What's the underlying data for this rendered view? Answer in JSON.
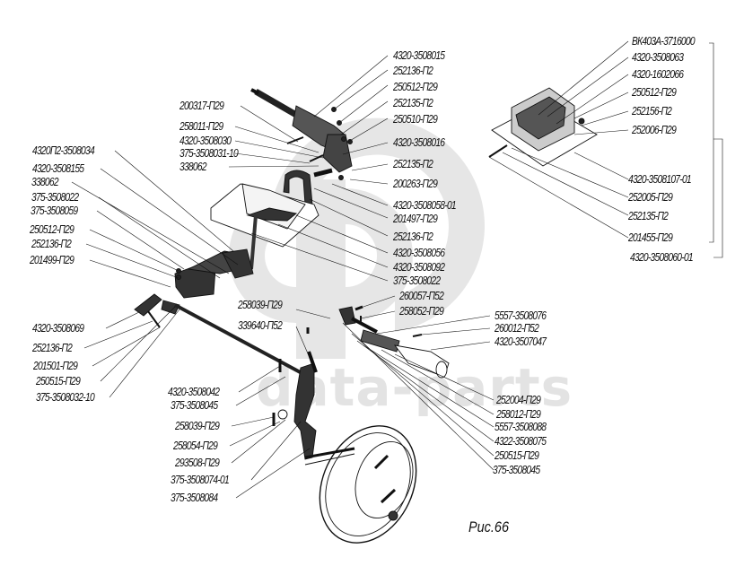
{
  "figure": {
    "caption": "Рис.66",
    "watermark_text": "data-parts",
    "watermark_logo": "ГФ-logo"
  },
  "labels": {
    "top_center": [
      "4320-3508015",
      "252136-П2",
      "250512-П29",
      "252135-П2",
      "250510-П29",
      "4320-3508016",
      "252135-П2",
      "200263-П29",
      "4320-3508058-01",
      "201497-П29",
      "252136-П2",
      "4320-3508056",
      "4320-3508092",
      "375-3508022"
    ],
    "top_left_pedal": [
      "200317-П29",
      "258011-П29",
      "4320-3508030",
      "375-3508031-10",
      "338062"
    ],
    "left_upper": [
      "4320П2-3508034",
      "4320-3508155",
      "338062",
      "375-3508022",
      "375-3508059",
      "250512-П29",
      "252136-П2",
      "201499-П29"
    ],
    "left_lower": [
      "4320-3508069",
      "252136-П2",
      "201501-П29",
      "250515-П29",
      "375-3508032-10"
    ],
    "center_pins": [
      "258039-П29",
      "339640-П52"
    ],
    "bottom_left": [
      "4320-3508042",
      "375-3508045",
      "258039-П29",
      "258054-П29",
      "293508-П29",
      "375-3508074-01",
      "375-3508084"
    ],
    "cylinder_top": [
      "260057-П52",
      "258052-П29"
    ],
    "cylinder_right": [
      "5557-3508076",
      "260012-П52",
      "4320-3507047"
    ],
    "cylinder_bottom": [
      "252004-П29",
      "258012-П29",
      "5557-3508088",
      "4322-3508075",
      "250515-П29",
      "375-3508045"
    ],
    "valve_top": [
      "ВК403А-3716000",
      "4320-3508063",
      "4320-1602066",
      "250512-П29",
      "252156-П2",
      "252006-П29"
    ],
    "valve_bottom": [
      "4320-3508107-01",
      "252005-П29",
      "252135-П2",
      "201455-П29"
    ],
    "valve_assembly": "4320-3508060-01"
  }
}
